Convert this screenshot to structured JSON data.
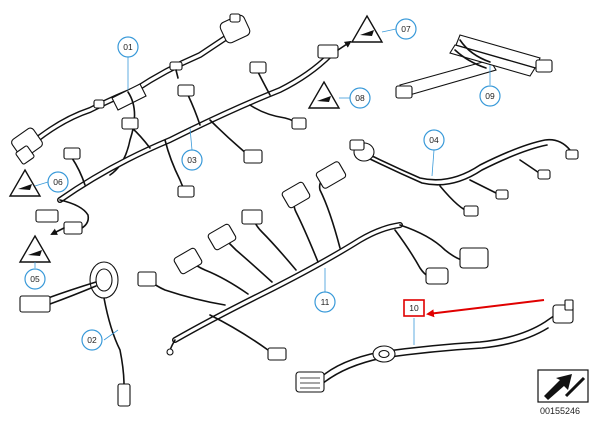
{
  "callouts": [
    {
      "label": "01"
    },
    {
      "label": "02"
    },
    {
      "label": "03"
    },
    {
      "label": "04"
    },
    {
      "label": "05"
    },
    {
      "label": "06"
    },
    {
      "label": "07"
    },
    {
      "label": "08"
    },
    {
      "label": "09"
    },
    {
      "label": "10"
    },
    {
      "label": "11"
    }
  ],
  "highlighted_part": "10",
  "colors": {
    "callout_ring": "#3a9ad9",
    "highlight": "#e00000",
    "line": "#111111"
  },
  "reference_number": "00155246"
}
